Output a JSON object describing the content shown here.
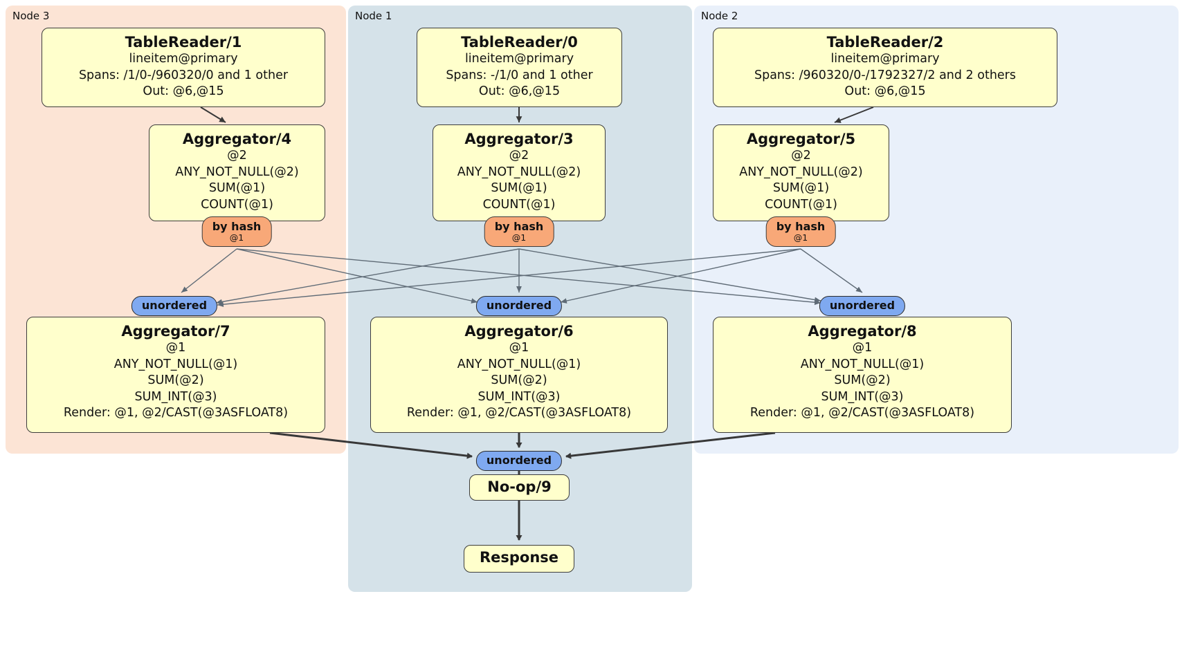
{
  "regions": {
    "node3": {
      "label": "Node 3"
    },
    "node1": {
      "label": "Node 1"
    },
    "node2": {
      "label": "Node 2"
    }
  },
  "boxes": {
    "tablereader1": {
      "title": "TableReader/1",
      "lines": [
        "lineitem@primary",
        "Spans: /1/0-/960320/0 and 1 other",
        "Out: @6,@15"
      ]
    },
    "aggregator4": {
      "title": "Aggregator/4",
      "lines": [
        "@2",
        "ANY_NOT_NULL(@2)",
        "SUM(@1)",
        "COUNT(@1)"
      ]
    },
    "aggregator7": {
      "title": "Aggregator/7",
      "lines": [
        "@1",
        "ANY_NOT_NULL(@1)",
        "SUM(@2)",
        "SUM_INT(@3)",
        "Render: @1, @2/CAST(@3ASFLOAT8)"
      ]
    },
    "tablereader0": {
      "title": "TableReader/0",
      "lines": [
        "lineitem@primary",
        "Spans: -/1/0 and 1 other",
        "Out: @6,@15"
      ]
    },
    "aggregator3": {
      "title": "Aggregator/3",
      "lines": [
        "@2",
        "ANY_NOT_NULL(@2)",
        "SUM(@1)",
        "COUNT(@1)"
      ]
    },
    "aggregator6": {
      "title": "Aggregator/6",
      "lines": [
        "@1",
        "ANY_NOT_NULL(@1)",
        "SUM(@2)",
        "SUM_INT(@3)",
        "Render: @1, @2/CAST(@3ASFLOAT8)"
      ]
    },
    "tablereader2": {
      "title": "TableReader/2",
      "lines": [
        "lineitem@primary",
        "Spans: /960320/0-/1792327/2 and 2 others",
        "Out: @6,@15"
      ]
    },
    "aggregator5": {
      "title": "Aggregator/5",
      "lines": [
        "@2",
        "ANY_NOT_NULL(@2)",
        "SUM(@1)",
        "COUNT(@1)"
      ]
    },
    "aggregator8": {
      "title": "Aggregator/8",
      "lines": [
        "@1",
        "ANY_NOT_NULL(@1)",
        "SUM(@2)",
        "SUM_INT(@3)",
        "Render: @1, @2/CAST(@3ASFLOAT8)"
      ]
    },
    "noop": {
      "title": "No-op/9"
    },
    "response": {
      "title": "Response"
    }
  },
  "routers": {
    "byhash": {
      "label": "by hash",
      "sub": "@1"
    },
    "unordered": {
      "label": "unordered"
    }
  },
  "colors": {
    "node3_bg": "#fce4d5",
    "node1_bg": "#d5e2e9",
    "node2_bg": "#e9f0fa",
    "box_bg": "#ffffcc",
    "byhash_bg": "#f8a878",
    "unordered_bg": "#7fa9f0"
  }
}
